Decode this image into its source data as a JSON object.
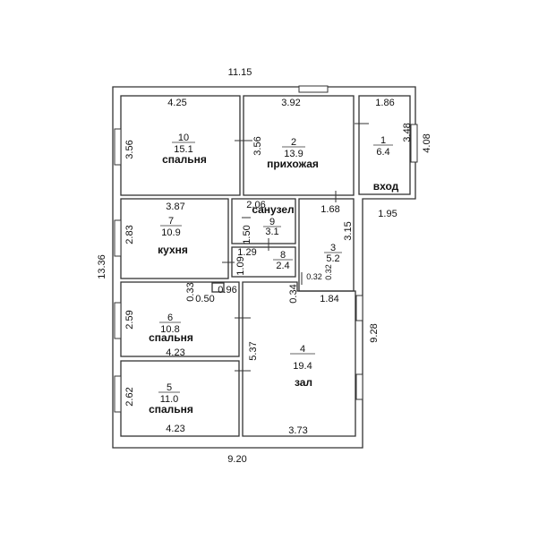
{
  "outer_dimensions": {
    "top": "11.15",
    "bottom": "9.20",
    "left": "13.36",
    "right_lower": "9.28",
    "right_upper": "4.08",
    "step": "1.95"
  },
  "rooms": [
    {
      "id": "room-10",
      "number": "10",
      "area": "15.1",
      "name": "спальня",
      "widths": [
        "4.25",
        "3.56"
      ]
    },
    {
      "id": "room-2",
      "number": "2",
      "area": "13.9",
      "name": "прихожая",
      "widths": [
        "3.92",
        "3.56"
      ]
    },
    {
      "id": "room-1",
      "number": "1",
      "area": "6.4",
      "name": "вход",
      "widths": [
        "1.86",
        "3.48"
      ]
    },
    {
      "id": "room-9",
      "number": "9",
      "area": "3.1",
      "name": "санузел",
      "widths": [
        "2.06",
        "1.50"
      ]
    },
    {
      "id": "room-7",
      "number": "7",
      "area": "10.9",
      "name": "кухня",
      "widths": [
        "3.87",
        "2.83"
      ]
    },
    {
      "id": "room-8",
      "number": "8",
      "area": "2.4",
      "name": "",
      "widths": [
        "1.29",
        "1.09"
      ]
    },
    {
      "id": "room-3",
      "number": "3",
      "area": "5.2",
      "name": "",
      "widths": [
        "1.68",
        "3.15",
        "0.32",
        "0.32"
      ]
    },
    {
      "id": "room-6",
      "number": "6",
      "area": "10.8",
      "name": "спальня",
      "widths": [
        "2.59",
        "4.23",
        "0.33",
        "0.50",
        "0.96"
      ]
    },
    {
      "id": "room-4",
      "number": "4",
      "area": "19.4",
      "name": "зал",
      "widths": [
        "1.84",
        "0.34",
        "5.37",
        "3.73"
      ]
    },
    {
      "id": "room-5",
      "number": "5",
      "area": "11.0",
      "name": "спальня",
      "widths": [
        "2.62",
        "4.23"
      ]
    }
  ]
}
